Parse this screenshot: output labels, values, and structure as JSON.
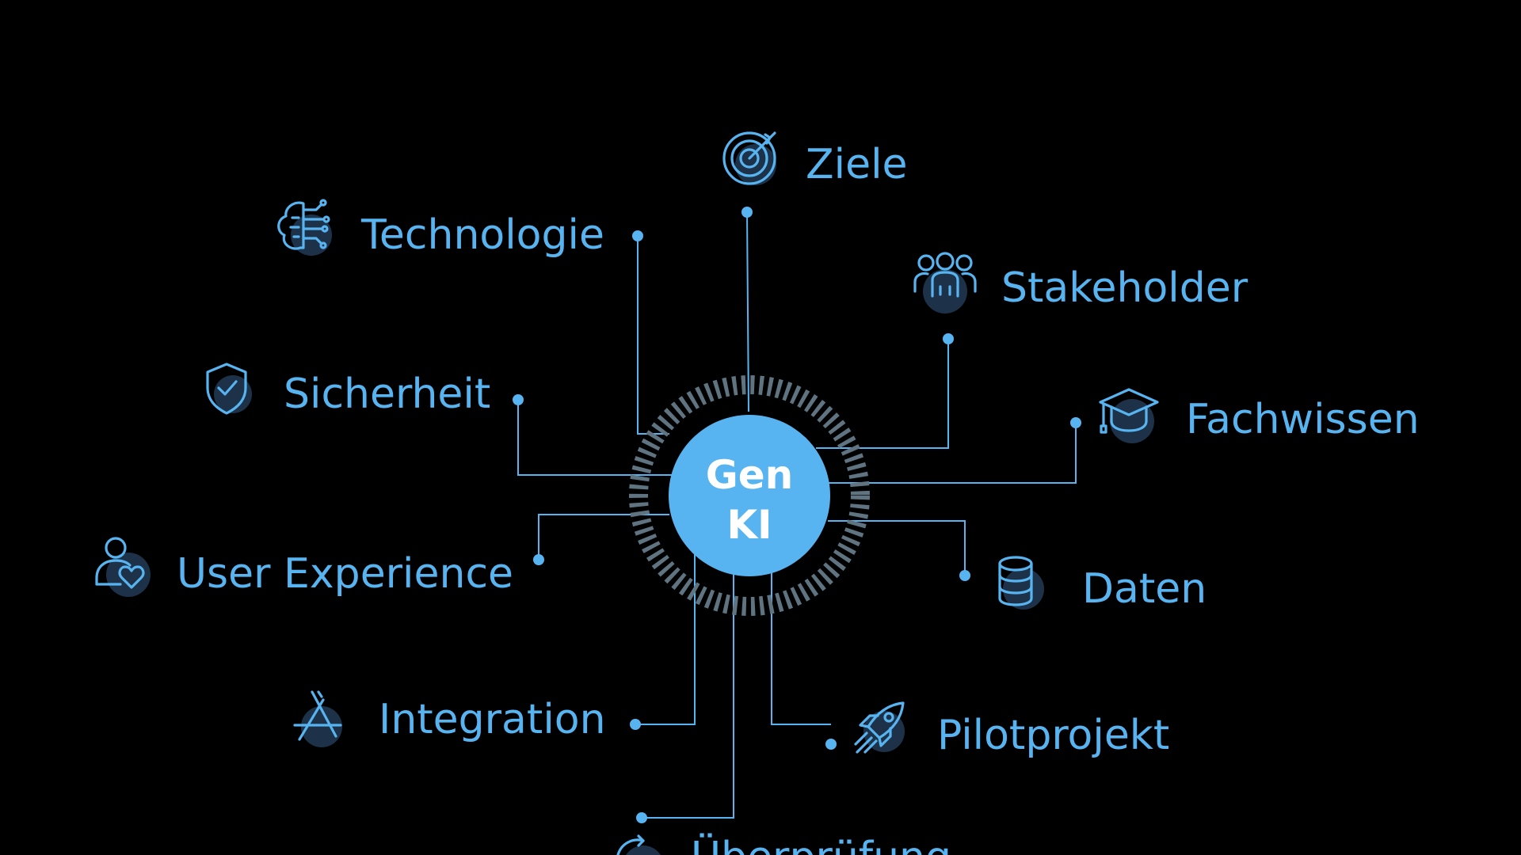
{
  "center": {
    "line1": "Gen",
    "line2": "KI"
  },
  "nodes": [
    {
      "id": "ziele",
      "label": "Ziele",
      "icon": "target-icon"
    },
    {
      "id": "technologie",
      "label": "Technologie",
      "icon": "brain-circuit-icon"
    },
    {
      "id": "stakeholder",
      "label": "Stakeholder",
      "icon": "people-group-icon"
    },
    {
      "id": "sicherheit",
      "label": "Sicherheit",
      "icon": "shield-check-icon"
    },
    {
      "id": "fachwissen",
      "label": "Fachwissen",
      "icon": "graduation-cap-icon"
    },
    {
      "id": "user-experience",
      "label": "User Experience",
      "icon": "user-heart-icon"
    },
    {
      "id": "daten",
      "label": "Daten",
      "icon": "database-icon"
    },
    {
      "id": "integration",
      "label": "Integration",
      "icon": "app-store-icon"
    },
    {
      "id": "pilotprojekt",
      "label": "Pilotprojekt",
      "icon": "rocket-icon"
    },
    {
      "id": "ueberpruefung",
      "label": "Überprüfung",
      "icon": "refresh-icon"
    }
  ],
  "colors": {
    "background": "#000000",
    "accent": "#57b4f0",
    "center_text": "#ffffff",
    "ring": "#5f7480"
  }
}
